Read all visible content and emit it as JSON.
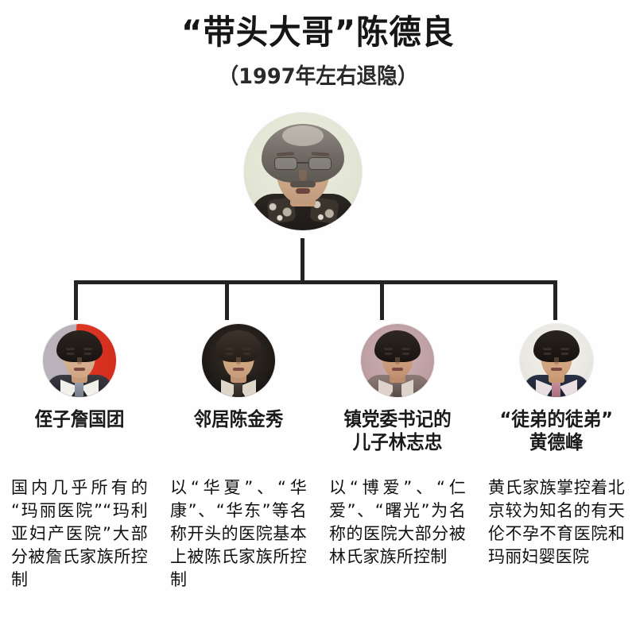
{
  "page": {
    "background_color": "#fefefe",
    "text_color": "#1a1a1a",
    "line_color": "#232323"
  },
  "header": {
    "title": "“带头大哥”陈德良",
    "subtitle": "（1997年左右退隐）"
  },
  "root": {
    "name": "陈德良",
    "avatar_alt": "老年男性肖像，戴眼镜，白发",
    "avatar_bg": "#e8e9de"
  },
  "children": [
    {
      "label": "侄子詹国团",
      "avatar_bg": "#d12c1d",
      "description": "国内几乎所有的“玛丽医院”“玛利亚妇产医院”大部分被詹氏家族所控制"
    },
    {
      "label": "邻居陈金秀",
      "avatar_bg": "#1b1714",
      "description": "以“华夏”、“华康”、“华东”等名称开头的医院基本上被陈氏家族所控制"
    },
    {
      "label": "镇党委书记的\n儿子林志忠",
      "avatar_bg": "#bd9ea3",
      "description": "以“博爱”、“仁爱”、“曙光”为名称的医院大部分被林氏家族所控制"
    },
    {
      "label": "“徒弟的徒弟”\n黄德峰",
      "avatar_bg": "#e7e5df",
      "description": "黄氏家族掌控着北京较为知名的有天伦不孕不育医院和玛丽妇婴医院"
    }
  ]
}
